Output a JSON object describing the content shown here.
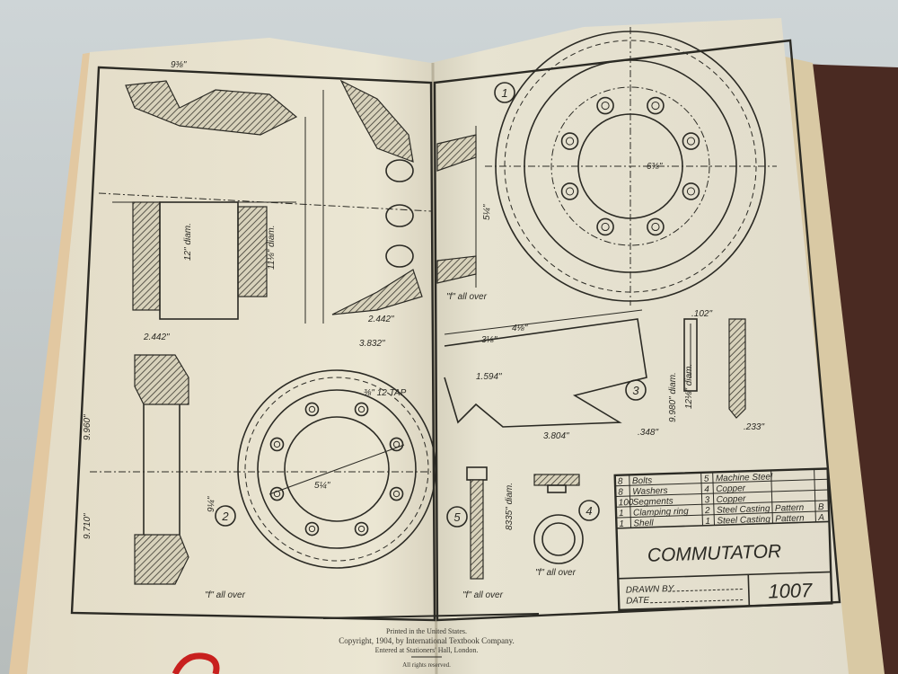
{
  "drawing": {
    "title": "COMMUTATOR",
    "plate_number": "1007",
    "drawn_by_label": "DRAWN BY",
    "date_label": "DATE",
    "view_numbers": [
      "1",
      "2",
      "3",
      "4",
      "5"
    ],
    "parts_list": [
      {
        "qty": "8",
        "name": "Bolts",
        "no": "5",
        "material": "Machine Steel",
        "pattern": "",
        "mark": ""
      },
      {
        "qty": "8",
        "name": "Washers",
        "no": "4",
        "material": "Copper",
        "pattern": "",
        "mark": ""
      },
      {
        "qty": "100",
        "name": "Segments",
        "no": "3",
        "material": "Copper",
        "pattern": "",
        "mark": ""
      },
      {
        "qty": "1",
        "name": "Clamping ring",
        "no": "2",
        "material": "Steel Casting",
        "pattern": "Pattern",
        "mark": "B"
      },
      {
        "qty": "1",
        "name": "Shell",
        "no": "1",
        "material": "Steel Casting",
        "pattern": "Pattern",
        "mark": "A"
      }
    ],
    "annotations": {
      "finish_1": "\"f\" all over",
      "finish_2": "\"f\" all over",
      "finish_4": "\"f\" all over",
      "finish_5": "\"f\" all over",
      "diam_12": "12\" diam.",
      "diam_11": "11⅛\" diam.",
      "dim_5_1": "5¼\"",
      "dim_5_2": "5¼\"",
      "dim_6": "6⅜\"",
      "dim_3804": "3.804\"",
      "dim_348": ".348\"",
      "dim_8335": "8335\" diam.",
      "dim_9980": "9.980\" diam.",
      "dim_128": "12⅛\" diam.",
      "dim_233": ".233\"",
      "dim_102": ".102\"",
      "dim_tap": "⅜\" 12 TAP",
      "dim_2442": "2.442\"",
      "dim_3832": "3.832\"",
      "dim_9710": "9.710\"",
      "dim_9960": "9.960\"",
      "dim_41": "4⅛\"",
      "dim_3_3": "3⅛\"",
      "dim_1594": "1.594\"",
      "dim_9_top": "9⅜\"",
      "dim_9_side": "9¼\""
    }
  },
  "imprint": {
    "line1": "Printed in the United States.",
    "line2": "Copyright, 1904, by International Textbook Company.",
    "line3": "Entered at Stationers' Hall, London.",
    "line4": "All rights reserved."
  }
}
